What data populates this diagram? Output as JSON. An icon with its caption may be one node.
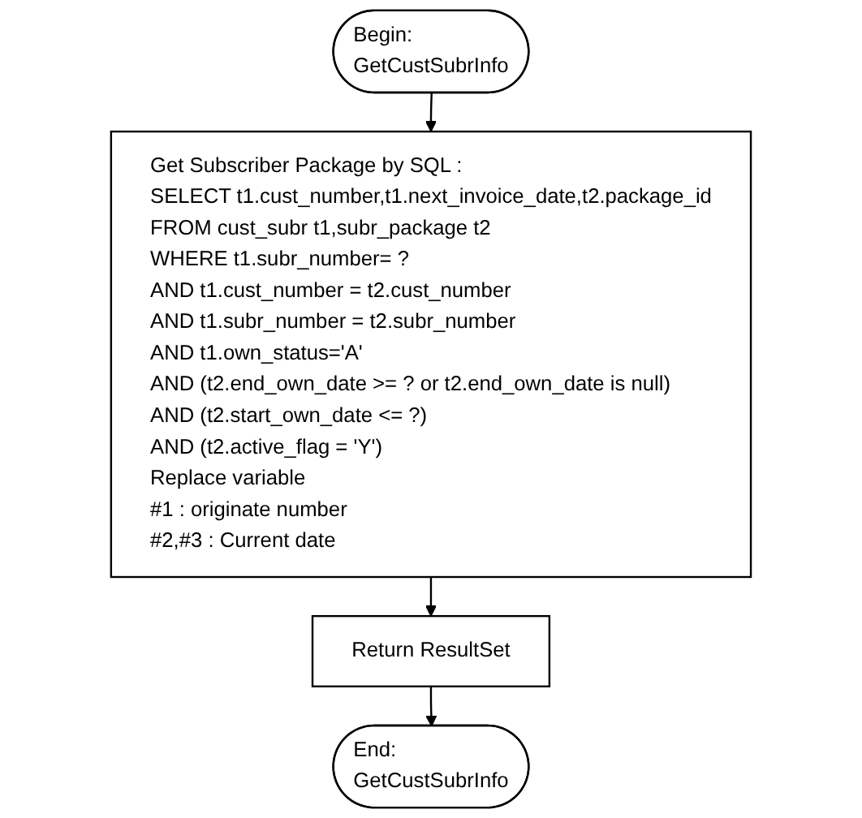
{
  "diagram": {
    "nodes": [
      {
        "text": [
          "Begin:",
          "GetCustSubrInfo"
        ]
      },
      {
        "text": [
          "Get Subscriber Package by SQL :",
          "SELECT t1.cust_number,t1.next_invoice_date,t2.package_id",
          "FROM cust_subr t1,subr_package t2",
          "WHERE t1.subr_number= ?",
          "AND t1.cust_number = t2.cust_number",
          "AND t1.subr_number = t2.subr_number",
          "AND t1.own_status='A'",
          "AND (t2.end_own_date >= ? or t2.end_own_date is null)",
          "AND (t2.start_own_date <= ?)",
          "AND (t2.active_flag = 'Y')",
          "Replace variable",
          "#1 : originate number",
          "#2,#3 : Current date"
        ]
      },
      {
        "text": [
          "Return ResultSet"
        ]
      },
      {
        "text": [
          "End:",
          "GetCustSubrInfo"
        ]
      }
    ],
    "edges": [
      {
        "from": 0,
        "to": 1,
        "arrow": "to"
      },
      {
        "from": 1,
        "to": 2,
        "arrow": "to"
      },
      {
        "from": 2,
        "to": 3,
        "arrow": "to"
      }
    ]
  }
}
